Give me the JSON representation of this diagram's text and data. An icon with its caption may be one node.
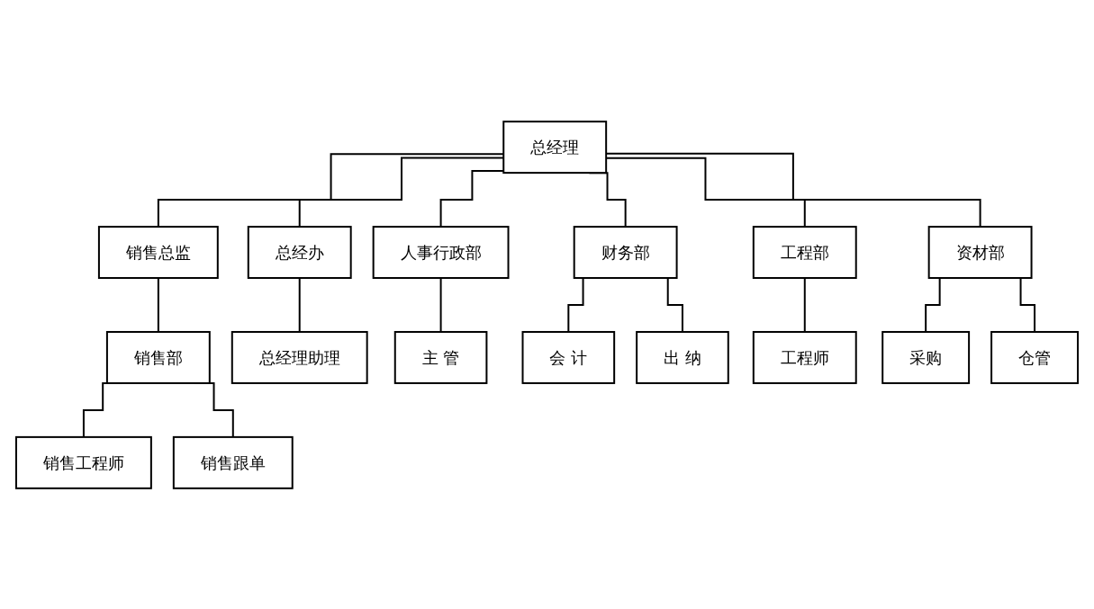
{
  "diagram": {
    "nodes": [
      {
        "text": [
          "总经理"
        ]
      },
      {
        "text": [
          "销售总监"
        ]
      },
      {
        "text": [
          "总经办"
        ]
      },
      {
        "text": [
          "人事行政部"
        ]
      },
      {
        "text": [
          "财务部"
        ]
      },
      {
        "text": [
          "工程部"
        ]
      },
      {
        "text": [
          "销售部"
        ]
      },
      {
        "text": [
          "资材部"
        ]
      },
      {
        "text": [
          "总经理助理"
        ]
      },
      {
        "text": [
          "主 管"
        ]
      },
      {
        "text": [
          "会 计"
        ]
      },
      {
        "text": [
          "出 纳"
        ]
      },
      {
        "text": [
          "工程师"
        ]
      },
      {
        "text": [
          "销售工程师"
        ]
      },
      {
        "text": [
          "销售跟单"
        ]
      },
      {
        "text": [
          "采购"
        ]
      },
      {
        "text": [
          "仓管"
        ]
      }
    ],
    "edges": [
      {
        "from": 0,
        "to": 2,
        "arrow": "none"
      },
      {
        "from": 0,
        "to": 3,
        "arrow": "none"
      },
      {
        "from": 0,
        "to": 4,
        "arrow": "none"
      },
      {
        "from": 0,
        "to": 5,
        "arrow": "none"
      },
      {
        "from": 0,
        "to": 1,
        "arrow": "none"
      },
      {
        "from": 0,
        "to": 7,
        "arrow": "none"
      },
      {
        "from": 1,
        "to": 6,
        "arrow": "none"
      },
      {
        "from": 2,
        "to": 8,
        "arrow": "none"
      },
      {
        "from": 3,
        "to": 9,
        "arrow": "none"
      },
      {
        "from": 4,
        "to": 10,
        "arrow": "none"
      },
      {
        "from": 4,
        "to": 11,
        "arrow": "none"
      },
      {
        "from": 5,
        "to": 12,
        "arrow": "none"
      },
      {
        "from": 6,
        "to": 13,
        "arrow": "none"
      },
      {
        "from": 6,
        "to": 14,
        "arrow": "none"
      },
      {
        "from": 7,
        "to": 15,
        "arrow": "none"
      },
      {
        "from": 7,
        "to": 16,
        "arrow": "none"
      }
    ]
  }
}
